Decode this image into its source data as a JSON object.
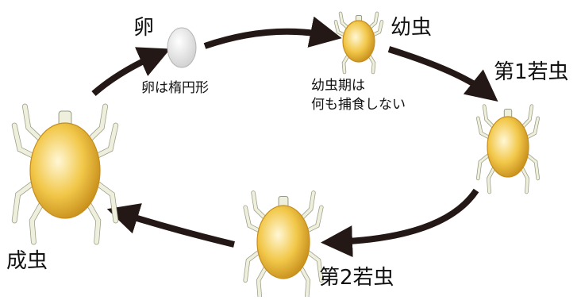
{
  "stages": {
    "egg": {
      "label": "卵",
      "note": "卵は楕円形"
    },
    "larva": {
      "label": "幼虫",
      "note": [
        "幼虫期は",
        "何も捕食しない"
      ]
    },
    "nymph1": {
      "label": "第1若虫"
    },
    "nymph2": {
      "label": "第2若虫"
    },
    "adult": {
      "label": "成虫"
    }
  },
  "colors": {
    "body_light": "#fff7d6",
    "body_mid": "#f2c84a",
    "body_dark": "#c68d1a",
    "legs": "#eef0dd",
    "leg_outline": "#9a9a82",
    "arrow": "#231815",
    "egg_fill": "#f4f4f4"
  }
}
